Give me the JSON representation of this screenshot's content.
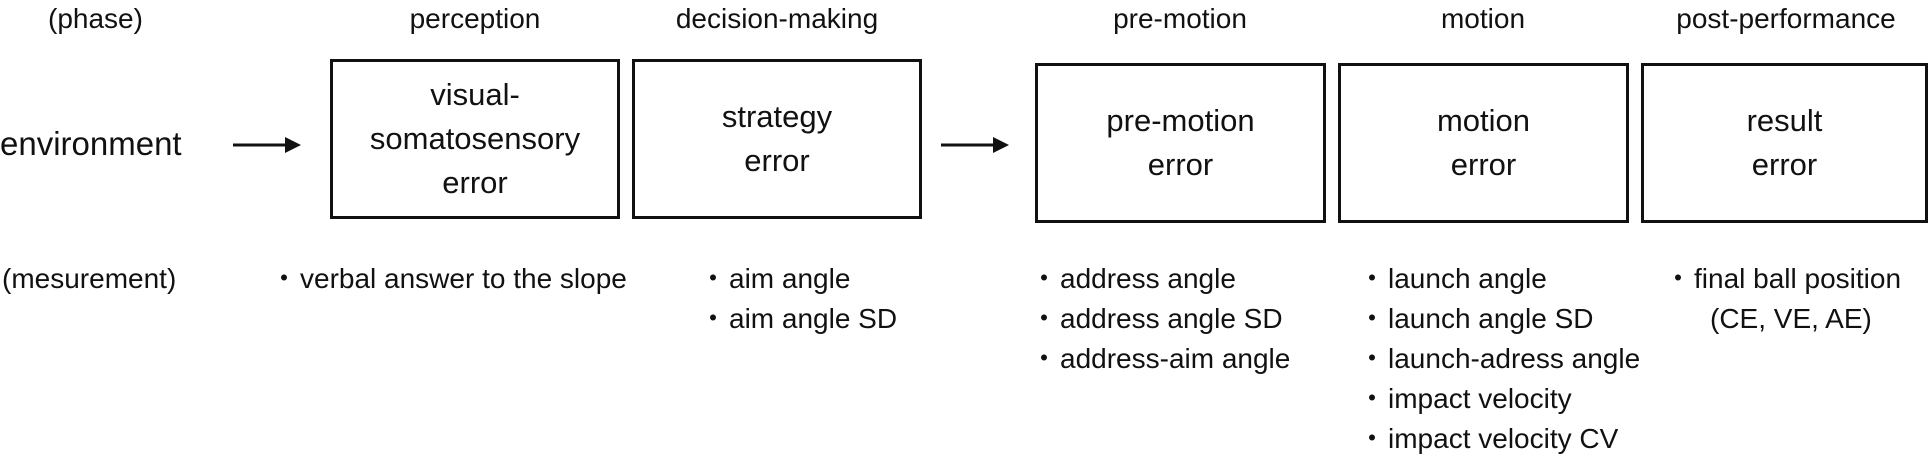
{
  "row_labels": {
    "phase": "(phase)",
    "environment": "environment",
    "measurement": "(mesurement)"
  },
  "phases": [
    "perception",
    "decision-making",
    "pre-motion",
    "motion",
    "post-performance"
  ],
  "boxes": [
    "visual-\nsomatosensory\nerror",
    "strategy\nerror",
    "pre-motion\nerror",
    "motion\nerror",
    "result\nerror"
  ],
  "measurements": {
    "perception": [
      "verbal answer to the slope"
    ],
    "decision_making": [
      "aim angle",
      "aim angle SD"
    ],
    "pre_motion": [
      "address angle",
      "address angle SD",
      "address-aim angle"
    ],
    "motion": [
      "launch angle",
      "launch angle SD",
      "launch-adress angle",
      "impact velocity",
      "impact velocity CV"
    ],
    "post_performance": [
      "final ball position",
      "(CE, VE, AE)"
    ]
  },
  "colors": {
    "stroke": "#111111",
    "background": "#ffffff"
  }
}
